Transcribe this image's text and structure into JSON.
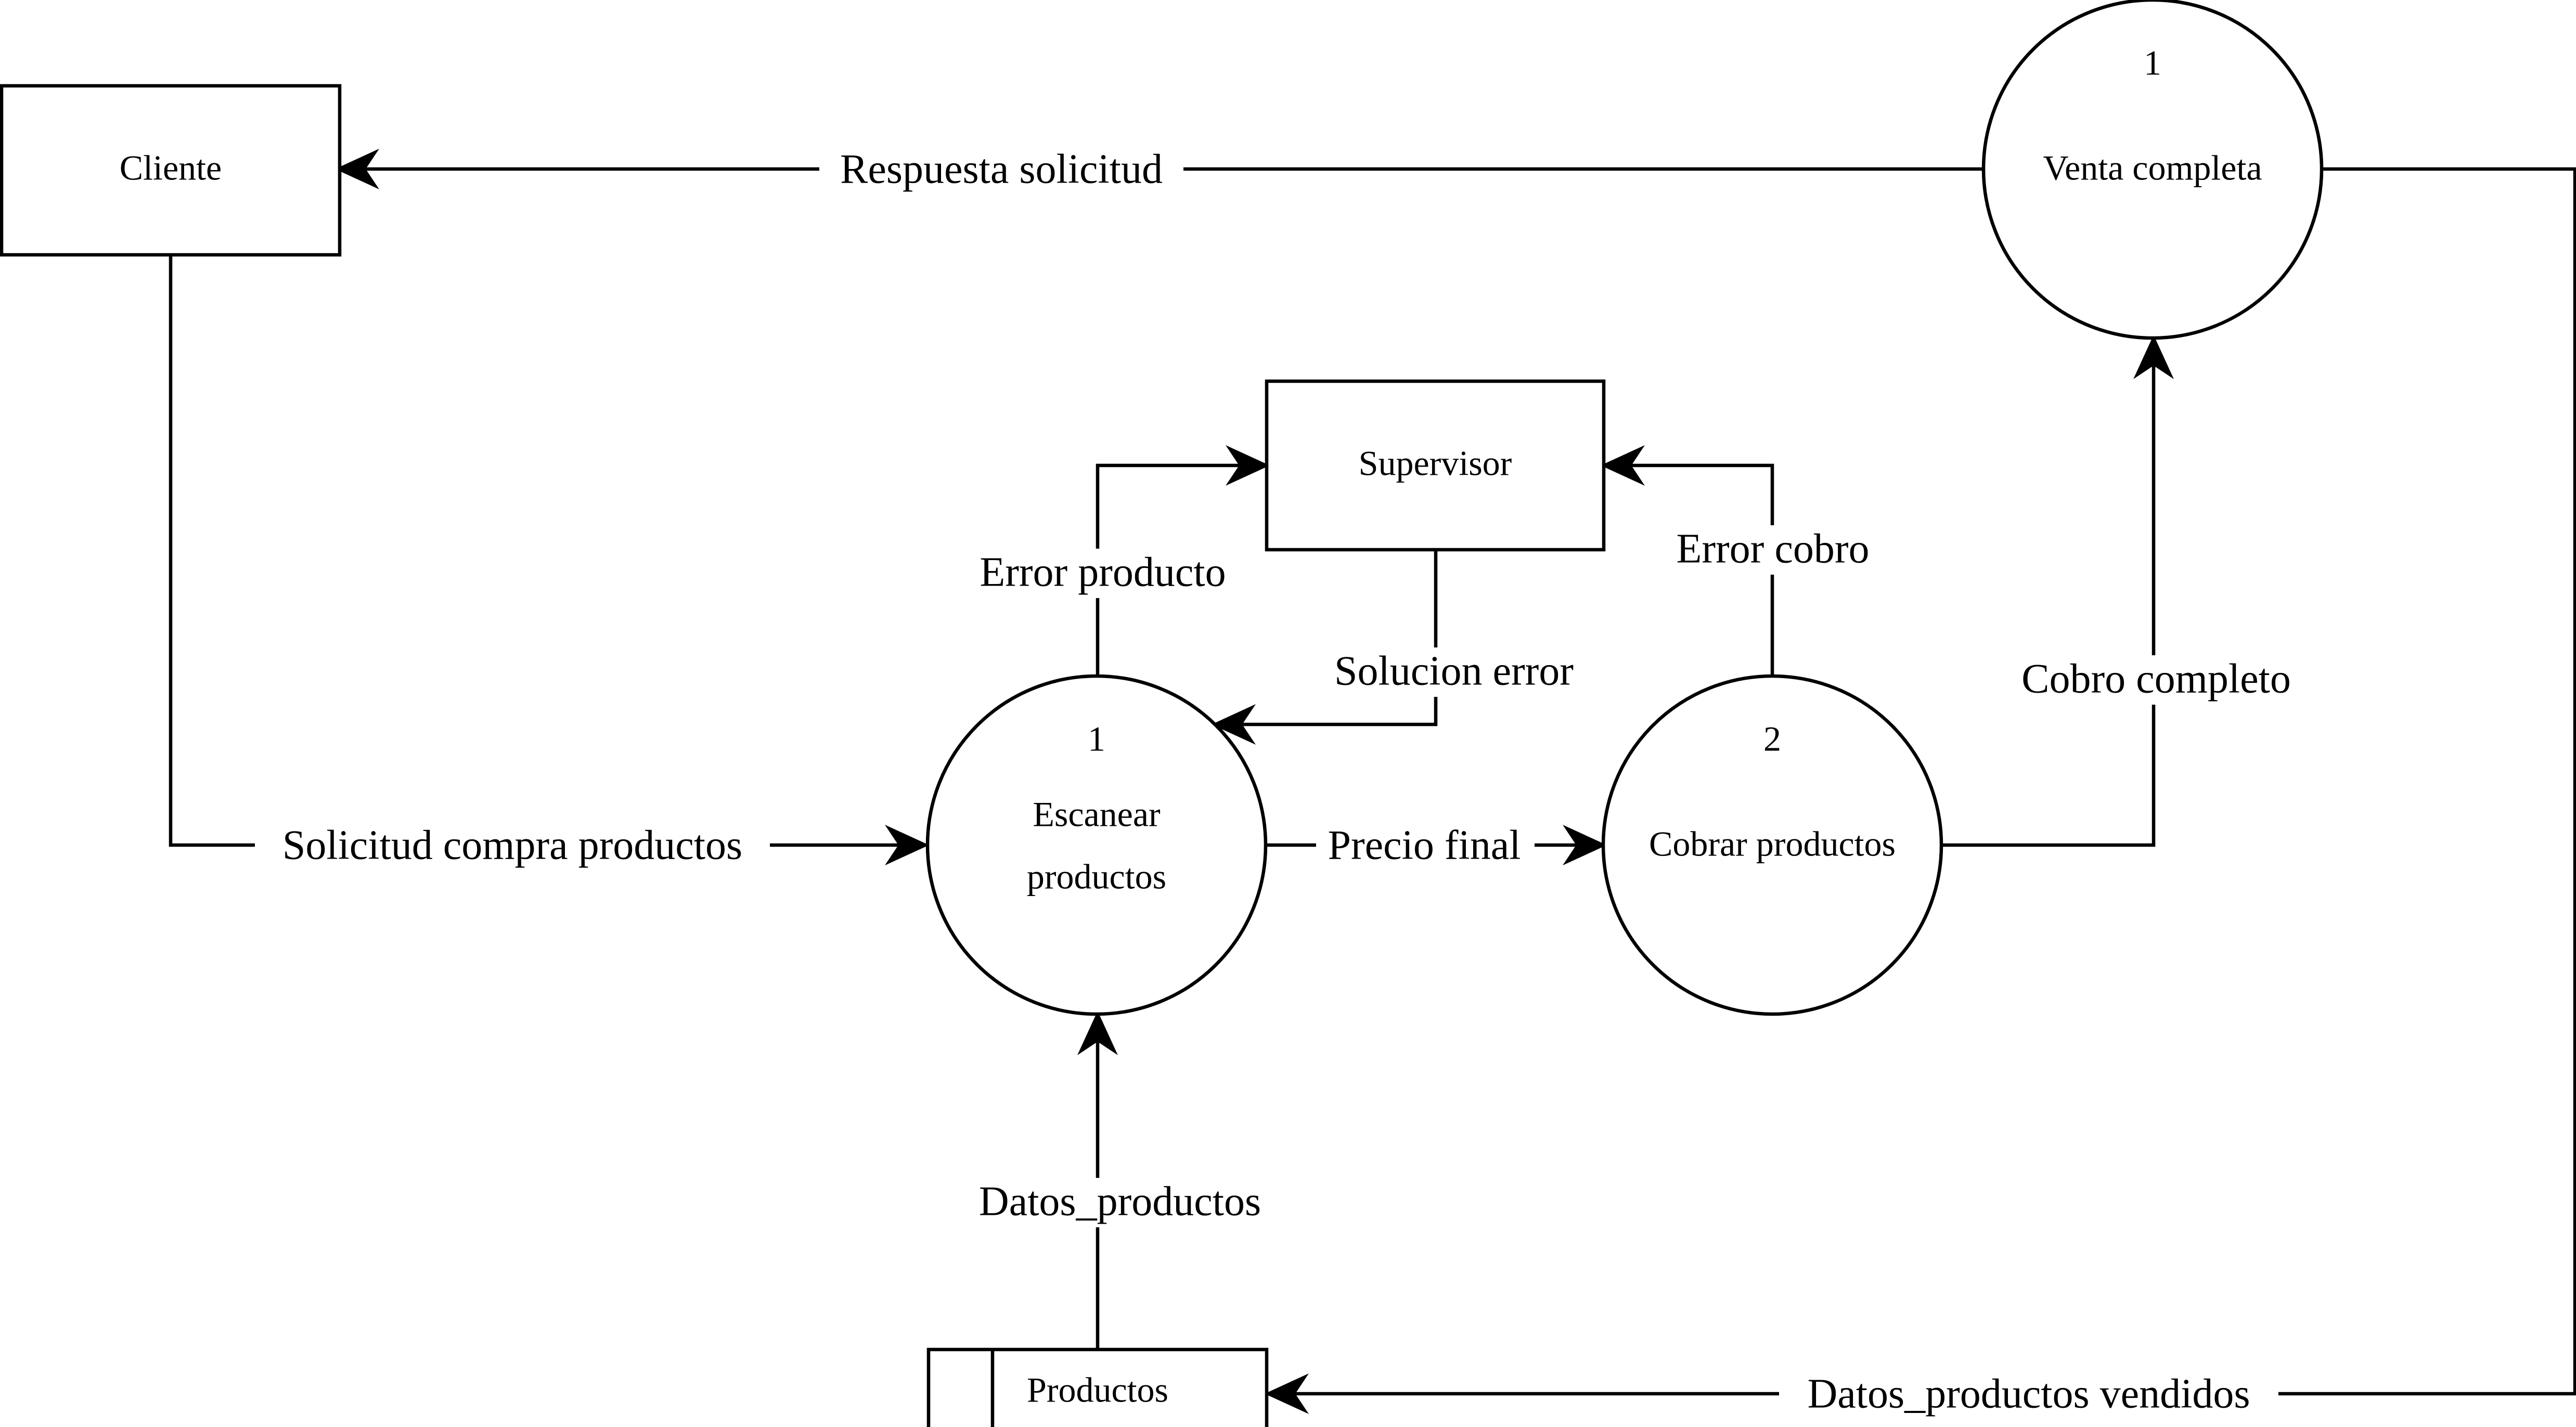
{
  "entities": {
    "cliente": "Cliente",
    "supervisor": "Supervisor"
  },
  "processes": {
    "escanear": {
      "number": "1",
      "line1": "Escanear",
      "line2": "productos"
    },
    "cobrar": {
      "number": "2",
      "label": "Cobrar productos"
    },
    "venta": {
      "number": "1",
      "label": "Venta completa"
    }
  },
  "datastore": {
    "productos": "Productos"
  },
  "flows": {
    "respuesta_solicitud": "Respuesta solicitud",
    "solicitud_compra": "Solicitud compra productos",
    "precio_final": "Precio final",
    "error_producto": "Error producto",
    "solucion_error": "Solucion error",
    "error_cobro": "Error cobro",
    "cobro_completo": "Cobro completo",
    "datos_productos": "Datos_productos",
    "datos_productos_vendidos": "Datos_productos vendidos"
  }
}
